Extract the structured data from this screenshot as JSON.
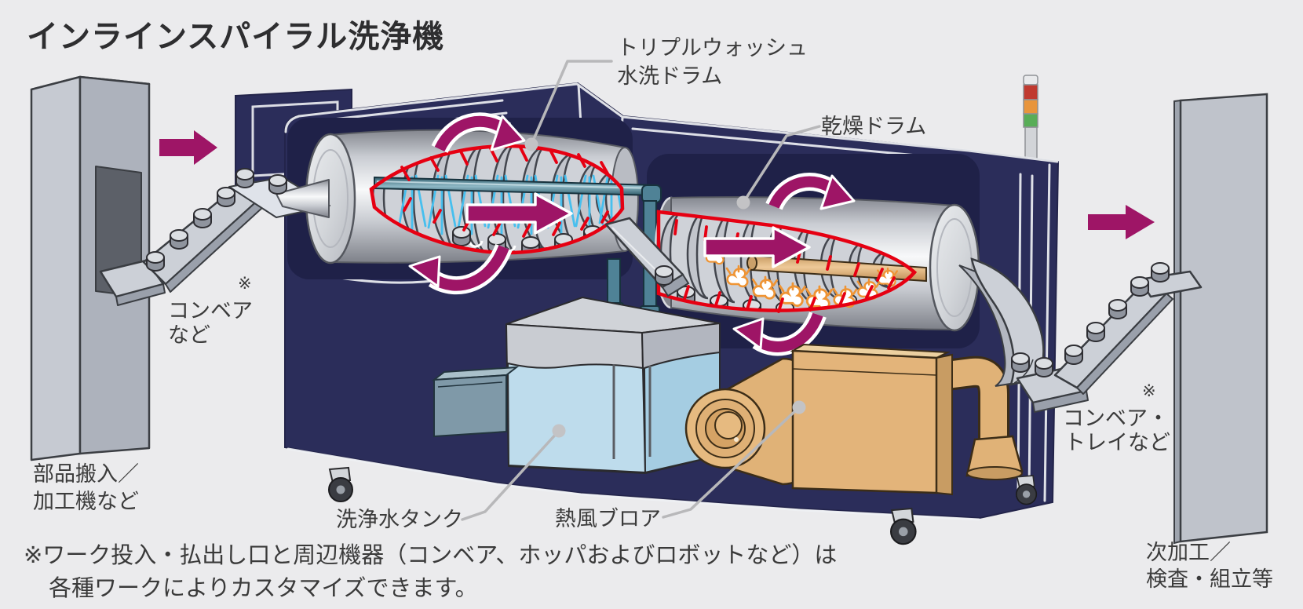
{
  "title": "インラインスパイラル洗浄機",
  "labels": {
    "wash_drum_line1": "トリプルウォッシュ",
    "wash_drum_line2": "水洗ドラム",
    "dry_drum": "乾燥ドラム",
    "conveyor_in_mark": "※",
    "conveyor_in_line1": "コンベア",
    "conveyor_in_line2": "など",
    "parts_in_line1": "部品搬入／",
    "parts_in_line2": "加工機など",
    "tank": "洗浄水タンク",
    "blower": "熱風ブロア",
    "conveyor_out_mark": "※",
    "conveyor_out_line1": "コンベア・",
    "conveyor_out_line2": "トレイなど",
    "next_line1": "次加工／",
    "next_line2": "検査・組立等"
  },
  "footnote": {
    "line1": "※ワーク投入・払出し口と周辺機器（コンベア、ホッパおよびロボットなど）は",
    "line2": "各種ワークによりカスタマイズできます。"
  },
  "colors": {
    "background": "#ebebed",
    "machine_navy": "#2b2d5a",
    "accent_magenta": "#9e1566",
    "cutaway_red": "#e60012",
    "spray_blue": "#47bfee",
    "heat_orange": "#ef9434",
    "duct_tan": "#e3b47a",
    "tank_water": "#bedcec",
    "metal_grey": "#c6cad2",
    "signal_red": "#c0392f",
    "signal_amber": "#e8953c",
    "signal_green": "#58ad57"
  }
}
